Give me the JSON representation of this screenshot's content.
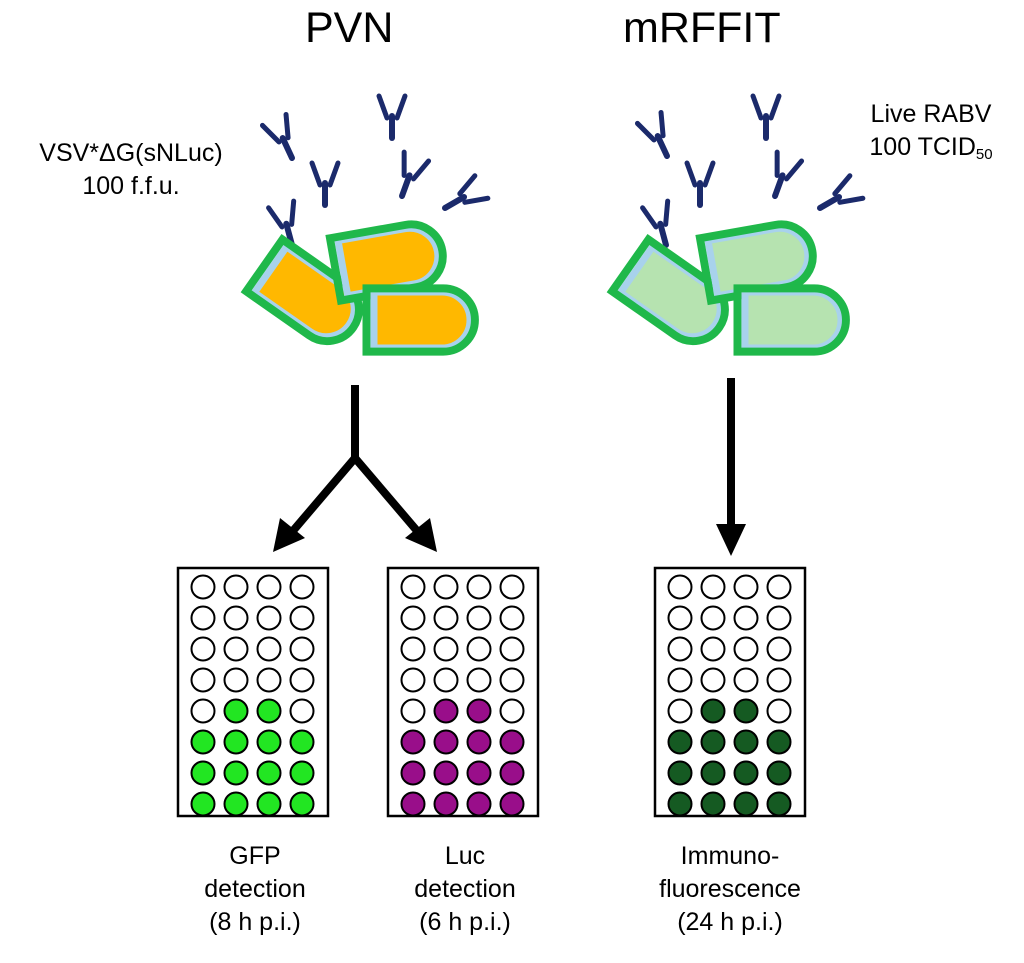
{
  "titles": {
    "left": "PVN",
    "right": "mRFFIT"
  },
  "inputs": {
    "left": {
      "line1": "VSV*ΔG(sNLuc)",
      "line2": "100 f.f.u."
    },
    "right": {
      "line1": "Live RABV",
      "line2_main": "100 TCID",
      "line2_sub": "50"
    }
  },
  "plates": [
    {
      "id": "gfp",
      "label": [
        "GFP",
        "detection",
        "(8 h p.i.)"
      ],
      "color": "#22e622",
      "wells": [
        [
          0,
          0,
          0,
          0
        ],
        [
          0,
          0,
          0,
          0
        ],
        [
          0,
          0,
          0,
          0
        ],
        [
          0,
          0,
          0,
          0
        ],
        [
          0,
          1,
          1,
          0
        ],
        [
          1,
          1,
          1,
          1
        ],
        [
          1,
          1,
          1,
          1
        ],
        [
          1,
          1,
          1,
          1
        ]
      ]
    },
    {
      "id": "luc",
      "label": [
        "Luc",
        "detection",
        "(6 h p.i.)"
      ],
      "color": "#990e8a",
      "wells": [
        [
          0,
          0,
          0,
          0
        ],
        [
          0,
          0,
          0,
          0
        ],
        [
          0,
          0,
          0,
          0
        ],
        [
          0,
          0,
          0,
          0
        ],
        [
          0,
          1,
          1,
          0
        ],
        [
          1,
          1,
          1,
          1
        ],
        [
          1,
          1,
          1,
          1
        ],
        [
          1,
          1,
          1,
          1
        ]
      ]
    },
    {
      "id": "ifa",
      "label": [
        "Immuno-",
        "fluorescence",
        "(24 h p.i.)"
      ],
      "color": "#155a22",
      "wells": [
        [
          0,
          0,
          0,
          0
        ],
        [
          0,
          0,
          0,
          0
        ],
        [
          0,
          0,
          0,
          0
        ],
        [
          0,
          0,
          0,
          0
        ],
        [
          0,
          1,
          1,
          0
        ],
        [
          1,
          1,
          1,
          1
        ],
        [
          1,
          1,
          1,
          1
        ],
        [
          1,
          1,
          1,
          1
        ]
      ]
    }
  ],
  "colors": {
    "antibody": "#1b2a6b",
    "envelope": "#1fb84a",
    "membrane": "#a8d2ec",
    "pvn_core": "#ffb800",
    "rabv_core": "#b6e3b0",
    "arrow": "#000000"
  }
}
